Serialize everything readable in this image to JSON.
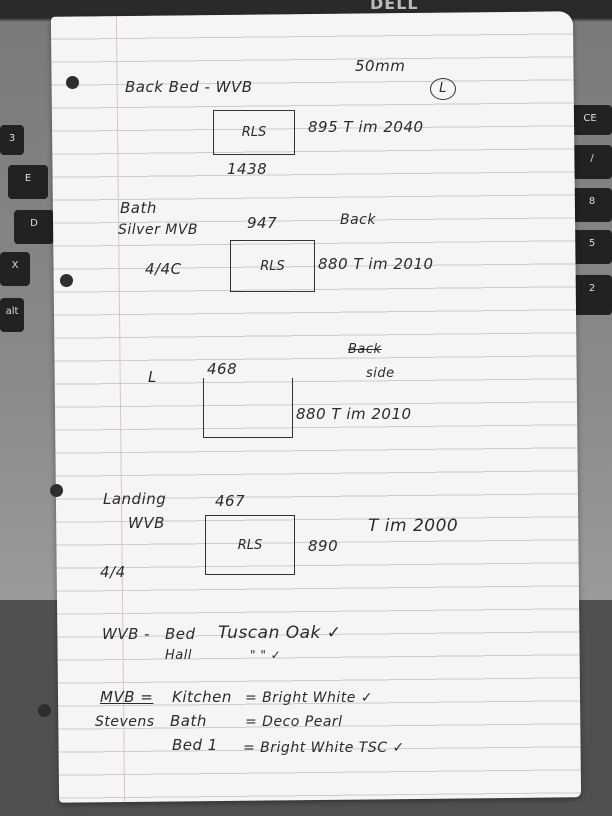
{
  "brand": "DELL",
  "keys": [
    "3",
    "E",
    "D",
    "X",
    "alt",
    "CE",
    "/",
    "8",
    "5",
    "2"
  ],
  "notes": {
    "s1": {
      "title": "Back Bed - WVB",
      "size": "50mm",
      "circled": "L",
      "box": "RLS",
      "right": "895 T im 2040",
      "bottom": "1438"
    },
    "s2": {
      "title1": "Bath",
      "title2": "Silver MVB",
      "top": "947",
      "side": "Back",
      "left": "4/4C",
      "box": "RLS",
      "right": "880 T im 2010"
    },
    "s3": {
      "left": "L",
      "top": "468",
      "side_crossed": "Back",
      "side": "side",
      "right": "880 T im 2010"
    },
    "s4": {
      "title1": "Landing",
      "title2": "WVB",
      "top": "467",
      "left": "4/4",
      "box": "RLS",
      "right": "890",
      "far": "T im 2000"
    },
    "colours": [
      {
        "a": "WVB -",
        "b": "Bed",
        "c": "Tuscan Oak ✓"
      },
      {
        "a": "",
        "b": "Hall",
        "c": "\"     \" ✓"
      },
      {
        "a": "MVB =",
        "b": "Kitchen",
        "c": "= Bright White ✓"
      },
      {
        "a": "Stevens",
        "b": "Bath",
        "c": "= Deco Pearl"
      },
      {
        "a": "",
        "b": "Bed 1",
        "c": "= Bright White TSC ✓"
      }
    ]
  }
}
